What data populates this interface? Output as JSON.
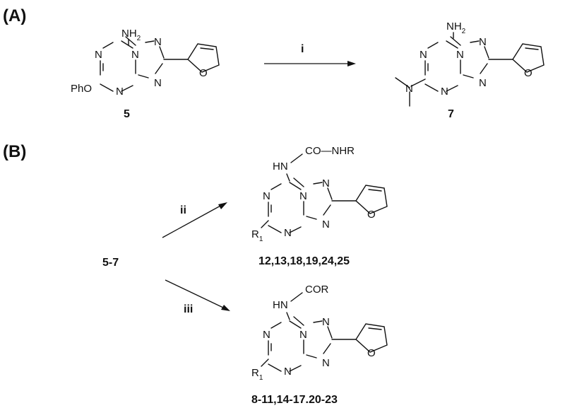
{
  "panels": {
    "a": "(A)",
    "b": "(B)"
  },
  "reagents": {
    "i": "i",
    "ii": "ii",
    "iii": "iii"
  },
  "compounds": {
    "start_a": "5",
    "product_a": "7",
    "start_b": "5-7",
    "urea_series": "12,13,18,19,24,25",
    "amide_series": "8-11,14-17.20-23"
  },
  "atoms": {
    "amine": "NH",
    "amine_sub": "2",
    "phenoxy": "PhO",
    "nitrogen": "N",
    "oxygen": "O",
    "hn": "HN",
    "urea_chain": "CO—NHR",
    "acyl": "COR",
    "r": "R",
    "r_sub": "1"
  }
}
